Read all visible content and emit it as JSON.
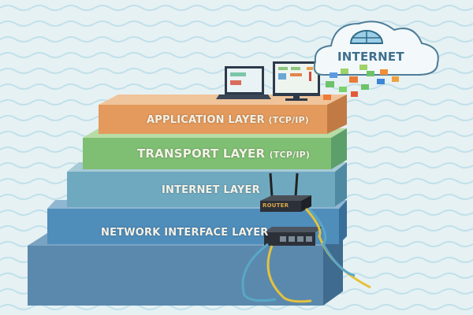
{
  "layers": [
    {
      "name": "APPLICATION LAYER",
      "suffix": "(TCP/IP)",
      "color": "#e39a5c"
    },
    {
      "name": "TRANSPORT LAYER",
      "suffix": "(TCP/IP)",
      "color": "#7fbf74"
    },
    {
      "name": "INTERNET LAYER",
      "suffix": "",
      "color": "#6fa9c0"
    },
    {
      "name": "NETWORK INTERFACE LAYER",
      "suffix": "",
      "color": "#4f8dbb"
    }
  ],
  "cloud": {
    "label": "INTERNET"
  },
  "router": {
    "label": "ROUTER"
  },
  "colors": {
    "background": "#e6f1f3",
    "base_step": "#5b89ad"
  }
}
